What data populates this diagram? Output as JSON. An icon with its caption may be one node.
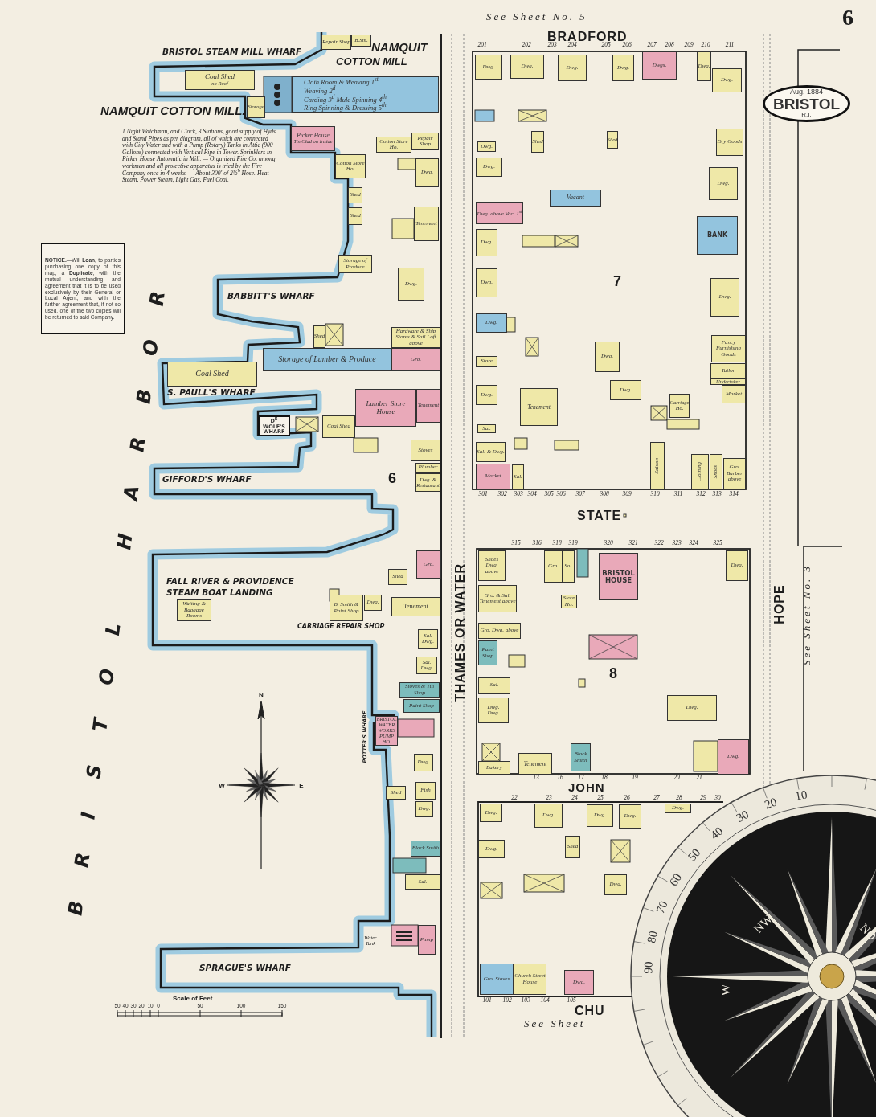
{
  "diagram": {
    "nodes": [
      {
        "text": [
          "Repair Shop"
        ]
      },
      {
        "text": [
          "B.Sm."
        ]
      },
      {
        "text": [
          "Coal Shed",
          "no Roof"
        ]
      },
      {
        "text": [
          "Storage"
        ]
      },
      {
        "text": [
          "Cloth Room & Weaving 1$^{st}$",
          "Weaving 2$^{d}$",
          "Carding 3$^{d}$ Mule Spinning 4$^{th}$",
          "Ring Spinning & Dressing 5$^{th}$"
        ]
      },
      {
        "text": [
          "Picker House",
          "Tin Clad on Inside"
        ]
      },
      {
        "text": [
          "Cotton Store Ho."
        ]
      },
      {
        "text": [
          "Repair Shop"
        ]
      },
      {
        "text": [
          "Cotton Store Ho."
        ]
      },
      {
        "text": [
          "Dwg."
        ]
      },
      {
        "text": [
          "Shed"
        ]
      },
      {
        "text": [
          "Shed"
        ]
      },
      {
        "text": [
          "Tenement"
        ]
      },
      {
        "text": [
          "Storage of Produce"
        ]
      },
      {
        "text": [
          "Dwg."
        ]
      },
      {
        "text": [
          "Hardware & Ship Stores & Sail Loft above"
        ]
      },
      {
        "text": [
          "Storage of Lumber & Produce"
        ]
      },
      {
        "text": [
          "Gro."
        ]
      },
      {
        "text": [
          "Shed"
        ]
      },
      {
        "text": [
          "Coal Shed"
        ]
      },
      {
        "text": [
          "Lumber Store House"
        ]
      },
      {
        "text": [
          "Tenement"
        ]
      },
      {
        "text": [
          "D$^{E}$ WOLF'S WHARF"
        ]
      },
      {
        "text": [
          "Coal Shed"
        ]
      },
      {
        "text": [
          "Stoves"
        ]
      },
      {
        "text": [
          "Plumber"
        ]
      },
      {
        "text": [
          "Dwg. & Restaurant"
        ]
      },
      {
        "text": [
          "Waiting & Baggage Rooms"
        ]
      },
      {
        "text": [
          "B. Smith & Paint Shop"
        ]
      },
      {
        "text": [
          "Dwg."
        ]
      },
      {
        "text": [
          "Shed"
        ]
      },
      {
        "text": [
          "Gro."
        ]
      },
      {
        "text": [
          "Tenement"
        ]
      },
      {
        "text": [
          "Sal. Dwg."
        ]
      },
      {
        "text": [
          "Sal. Dwg."
        ]
      },
      {
        "text": [
          "Stoves & Tin Shop"
        ]
      },
      {
        "text": [
          "Paint Shop"
        ]
      },
      {
        "text": [
          "BRISTOL WATER WORKS PUMP HO."
        ]
      },
      {
        "text": [
          "Dwg."
        ]
      },
      {
        "text": [
          "Shed"
        ]
      },
      {
        "text": [
          "Fish"
        ]
      },
      {
        "text": [
          "Dwg."
        ]
      },
      {
        "text": [
          "Black Smith"
        ]
      },
      {
        "text": [
          "Sal."
        ]
      },
      {
        "text": [
          "Pump"
        ]
      },
      {
        "text": [
          "Dwg."
        ]
      },
      {
        "text": [
          "Dwg."
        ]
      },
      {
        "text": [
          "Dwg."
        ]
      },
      {
        "text": [
          "Dwg."
        ]
      },
      {
        "text": [
          "Dwgs."
        ]
      },
      {
        "text": [
          "Dwg."
        ]
      },
      {
        "text": [
          "Dwg."
        ]
      },
      {
        "text": [
          "Shed"
        ]
      },
      {
        "text": [
          "Dwg."
        ]
      },
      {
        "text": [
          "Dwg."
        ]
      },
      {
        "text": [
          "Shed"
        ]
      },
      {
        "text": [
          "Dwg. above Vac. 1$^{st}$"
        ]
      },
      {
        "text": [
          "Vacant"
        ]
      },
      {
        "text": [
          "Dry Goods"
        ]
      },
      {
        "text": [
          "Dwg."
        ]
      },
      {
        "text": [
          "BANK"
        ]
      },
      {
        "text": [
          "Dwg."
        ]
      },
      {
        "text": [
          "Dwg."
        ]
      },
      {
        "text": [
          "Dwg."
        ]
      },
      {
        "text": [
          "Dwg."
        ]
      },
      {
        "text": [
          "Store"
        ]
      },
      {
        "text": [
          "Dwg."
        ]
      },
      {
        "text": [
          "Dwg."
        ]
      },
      {
        "text": [
          "Tenement"
        ]
      },
      {
        "text": [
          "Carriage Ho."
        ]
      },
      {
        "text": [
          "Dwg."
        ]
      },
      {
        "text": [
          "Sal."
        ]
      },
      {
        "text": [
          "Sal. & Dwg."
        ]
      },
      {
        "text": [
          "Market"
        ]
      },
      {
        "text": [
          "Sal."
        ]
      },
      {
        "text": [
          "Fancy Furnishing Goods"
        ]
      },
      {
        "text": [
          "Tailor"
        ]
      },
      {
        "text": [
          "Undertaker"
        ]
      },
      {
        "text": [
          "Market"
        ]
      },
      {
        "text": [
          "Saloon"
        ]
      },
      {
        "text": [
          "Clothing"
        ]
      },
      {
        "text": [
          "Shoes"
        ]
      },
      {
        "text": [
          "Gro. Barber above"
        ]
      },
      {
        "text": [
          "Aug. 1884",
          "BRISTOL",
          "R.I."
        ]
      },
      {
        "text": [
          "**NOTICE.**—Will **Loan**, to parties purchasing one copy of this map, a **Duplicate**, with the mutual understanding and agreement that it is to be used exclusively by their General or Local Agent, and with the further agreement that, if not so used, one of the two copies will be returned to said Company."
        ]
      },
      {
        "text": [
          "Shoes Dwg. above"
        ]
      },
      {
        "text": [
          "Gro."
        ]
      },
      {
        "text": [
          "Sal."
        ]
      },
      {
        "text": [
          "BRISTOL HOUSE"
        ]
      },
      {
        "text": [
          "Dwg."
        ]
      },
      {
        "text": [
          "Gro. & Sal.",
          "Tenement above"
        ]
      },
      {
        "text": [
          "Store Ho."
        ]
      },
      {
        "text": [
          "Gro. Dwg. above"
        ]
      },
      {
        "text": [
          "Paint Shop"
        ]
      },
      {
        "text": [
          "Sal."
        ]
      },
      {
        "text": [
          "Dwg.",
          "Dwg."
        ]
      },
      {
        "text": [
          "Dwg."
        ]
      },
      {
        "text": [
          "Dwg."
        ]
      },
      {
        "text": [
          "Tenement"
        ]
      },
      {
        "text": [
          "Bakery"
        ]
      },
      {
        "text": [
          "Black Smith"
        ]
      },
      {
        "text": [
          "Dwg."
        ]
      },
      {
        "text": [
          "Dwg."
        ]
      },
      {
        "text": [
          "Dwg."
        ]
      },
      {
        "text": [
          "Dwg."
        ]
      },
      {
        "text": [
          "Dwg."
        ]
      },
      {
        "text": [
          "Dwg."
        ]
      },
      {
        "text": [
          "Shed"
        ]
      },
      {
        "text": [
          "Dwg."
        ]
      },
      {
        "text": [
          "Gro. Stoves"
        ]
      },
      {
        "text": [
          "Church Street House"
        ]
      },
      {
        "text": [
          "Dwg."
        ]
      }
    ],
    "labels": [
      "6",
      "See Sheet No. 5",
      "BRADFORD",
      "BRISTOL STEAM MILL WHARF",
      "NAMQUIT",
      "COTTON MILL",
      "NAMQUIT COTTON MILL.",
      "1 Night Watchman, and Clock, 3 Stations, good supply of Hyds. and Stand Pipes as per diagram, all of which are connected with City Water and with a Pump (Rotary) Tanks in Attic (900 Gallons) connected with Vertical Pipe in Tower. Sprinklers in Picker House Automatic in Mill. — Organized Fire Co. among workmen and all protective apparatus is tried by the Fire Company once in 4 weeks. — About 300' of 2½\" Hose. Heat Steam, Power Steam, Light Gas, Fuel Coal.",
      "BRISTOL HARBOR",
      "BABBITT'S WHARF",
      "S. PAULL'S WHARF",
      "GIFFORD'S WHARF",
      "6",
      "FALL RIVER & PROVIDENCE",
      "STEAM BOAT LANDING",
      "CARRIAGE REPAIR SHOP",
      "POTTER'S WHARF",
      "SPRAGUE'S WHARF",
      "Scale of Feet.",
      "50",
      "40",
      "30",
      "20",
      "10",
      "0",
      "50",
      "100",
      "150",
      "THAMES OR WATER",
      "STATE",
      "JOHN",
      "CHU",
      "See Sheet",
      "HOPE",
      "See Sheet No. 3",
      "7",
      "8",
      "Water Tank",
      "201",
      "202",
      "203",
      "204",
      "205",
      "206",
      "207",
      "208",
      "209",
      "210",
      "211",
      "301",
      "302",
      "303",
      "304",
      "305",
      "306",
      "307",
      "308",
      "309",
      "310",
      "311",
      "312",
      "313",
      "314",
      "315",
      "316",
      "318",
      "319",
      "320",
      "321",
      "322",
      "323",
      "324",
      "325",
      "13",
      "16",
      "17",
      "18",
      "19",
      "20",
      "21",
      "22",
      "23",
      "24",
      "25",
      "26",
      "27",
      "28",
      "29",
      "30",
      "101",
      "102",
      "103",
      "104",
      "105",
      "90",
      "80",
      "70",
      "60",
      "50",
      "40",
      "30",
      "20",
      "10",
      "NW",
      "NO",
      "W",
      "N",
      "W",
      "E"
    ]
  }
}
